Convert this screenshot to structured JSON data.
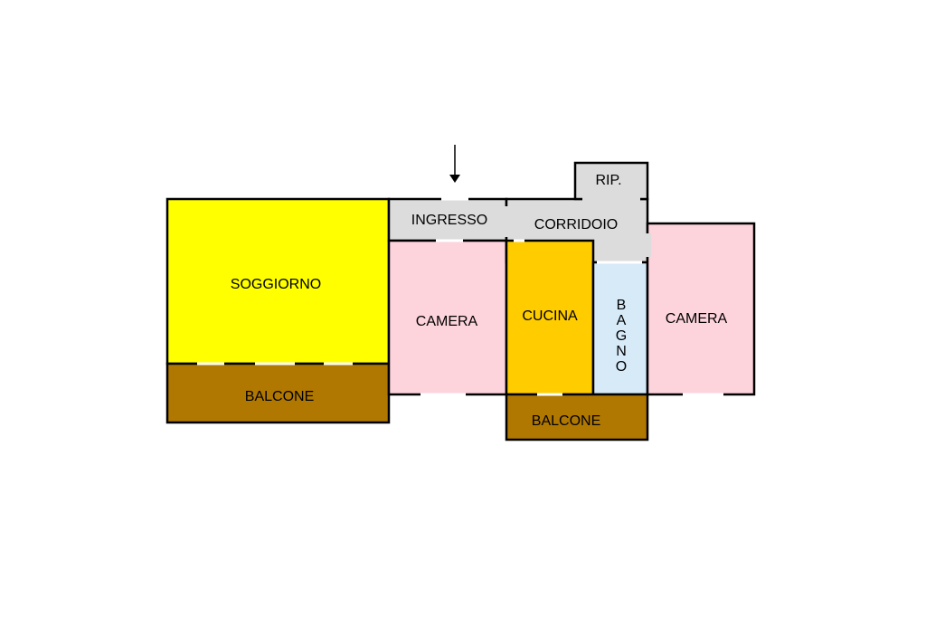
{
  "rooms": {
    "soggiorno": {
      "label": "SOGGIORNO",
      "color": "#FFFF00"
    },
    "balcone_left": {
      "label": "BALCONE",
      "color": "#B07800"
    },
    "ingresso": {
      "label": "INGRESSO",
      "color": "#DCDCDC"
    },
    "camera_left": {
      "label": "CAMERA",
      "color": "#FDD3DC"
    },
    "corridoio": {
      "label": "CORRIDOIO",
      "color": "#DCDCDC"
    },
    "rip": {
      "label": "RIP.",
      "color": "#DCDCDC"
    },
    "cucina": {
      "label": "CUCINA",
      "color": "#FFCC00"
    },
    "bagno": {
      "label": "BAGNO",
      "letters": [
        "B",
        "A",
        "G",
        "N",
        "O"
      ],
      "color": "#D6EAF8"
    },
    "camera_right": {
      "label": "CAMERA",
      "color": "#FDD3DC"
    },
    "balcone_right": {
      "label": "BALCONE",
      "color": "#B07800"
    }
  },
  "entrance_arrow": "down-arrow-icon",
  "wall_color": "#000000"
}
